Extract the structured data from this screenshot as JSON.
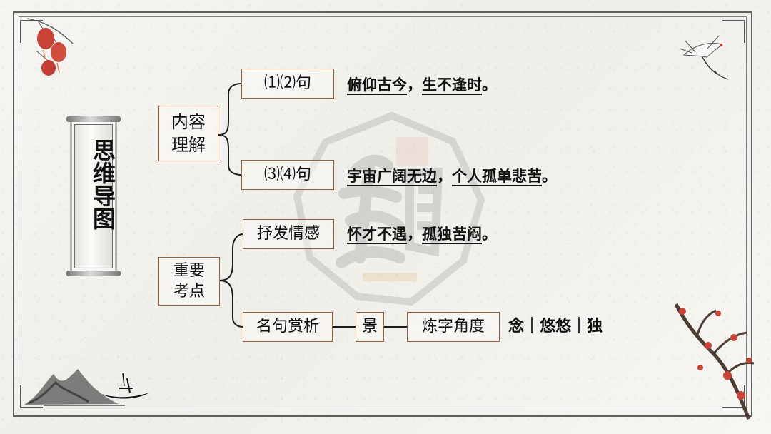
{
  "title": {
    "text": "思维导图"
  },
  "sections": {
    "content_understanding": {
      "label_line1": "内容",
      "label_line2": "理解",
      "items": [
        {
          "label": "⑴⑵句",
          "summary_a": "俯仰古今",
          "summary_sep": "，",
          "summary_b": "生不逢时",
          "summary_end": "。"
        },
        {
          "label": "⑶⑷句",
          "summary_a": "宇宙广阔无边",
          "summary_sep": "，",
          "summary_b": "个人孤单悲苦",
          "summary_end": "。"
        }
      ]
    },
    "key_points": {
      "label_line1": "重要",
      "label_line2": "考点",
      "emotion": {
        "label": "抒发情感",
        "summary_a": "怀才不遇",
        "summary_sep": "，",
        "summary_b": "孤独苦闷",
        "summary_end": "。"
      },
      "famous_line": {
        "label": "名句赏析",
        "scene": "景",
        "word_angle": "炼字角度",
        "words": "念｜悠悠｜独"
      }
    }
  },
  "colors": {
    "frame": "#5f5f5f",
    "box_border": "#9c5a39",
    "accent_red": "#c84235",
    "ink": "#111111"
  },
  "icons": {
    "lanterns": "red-lanterns-icon",
    "crane": "crane-icon",
    "mountain": "ink-mountain-icon",
    "boat": "boat-icon",
    "plum": "plum-blossom-icon",
    "seal": "seal-watermark-icon"
  }
}
